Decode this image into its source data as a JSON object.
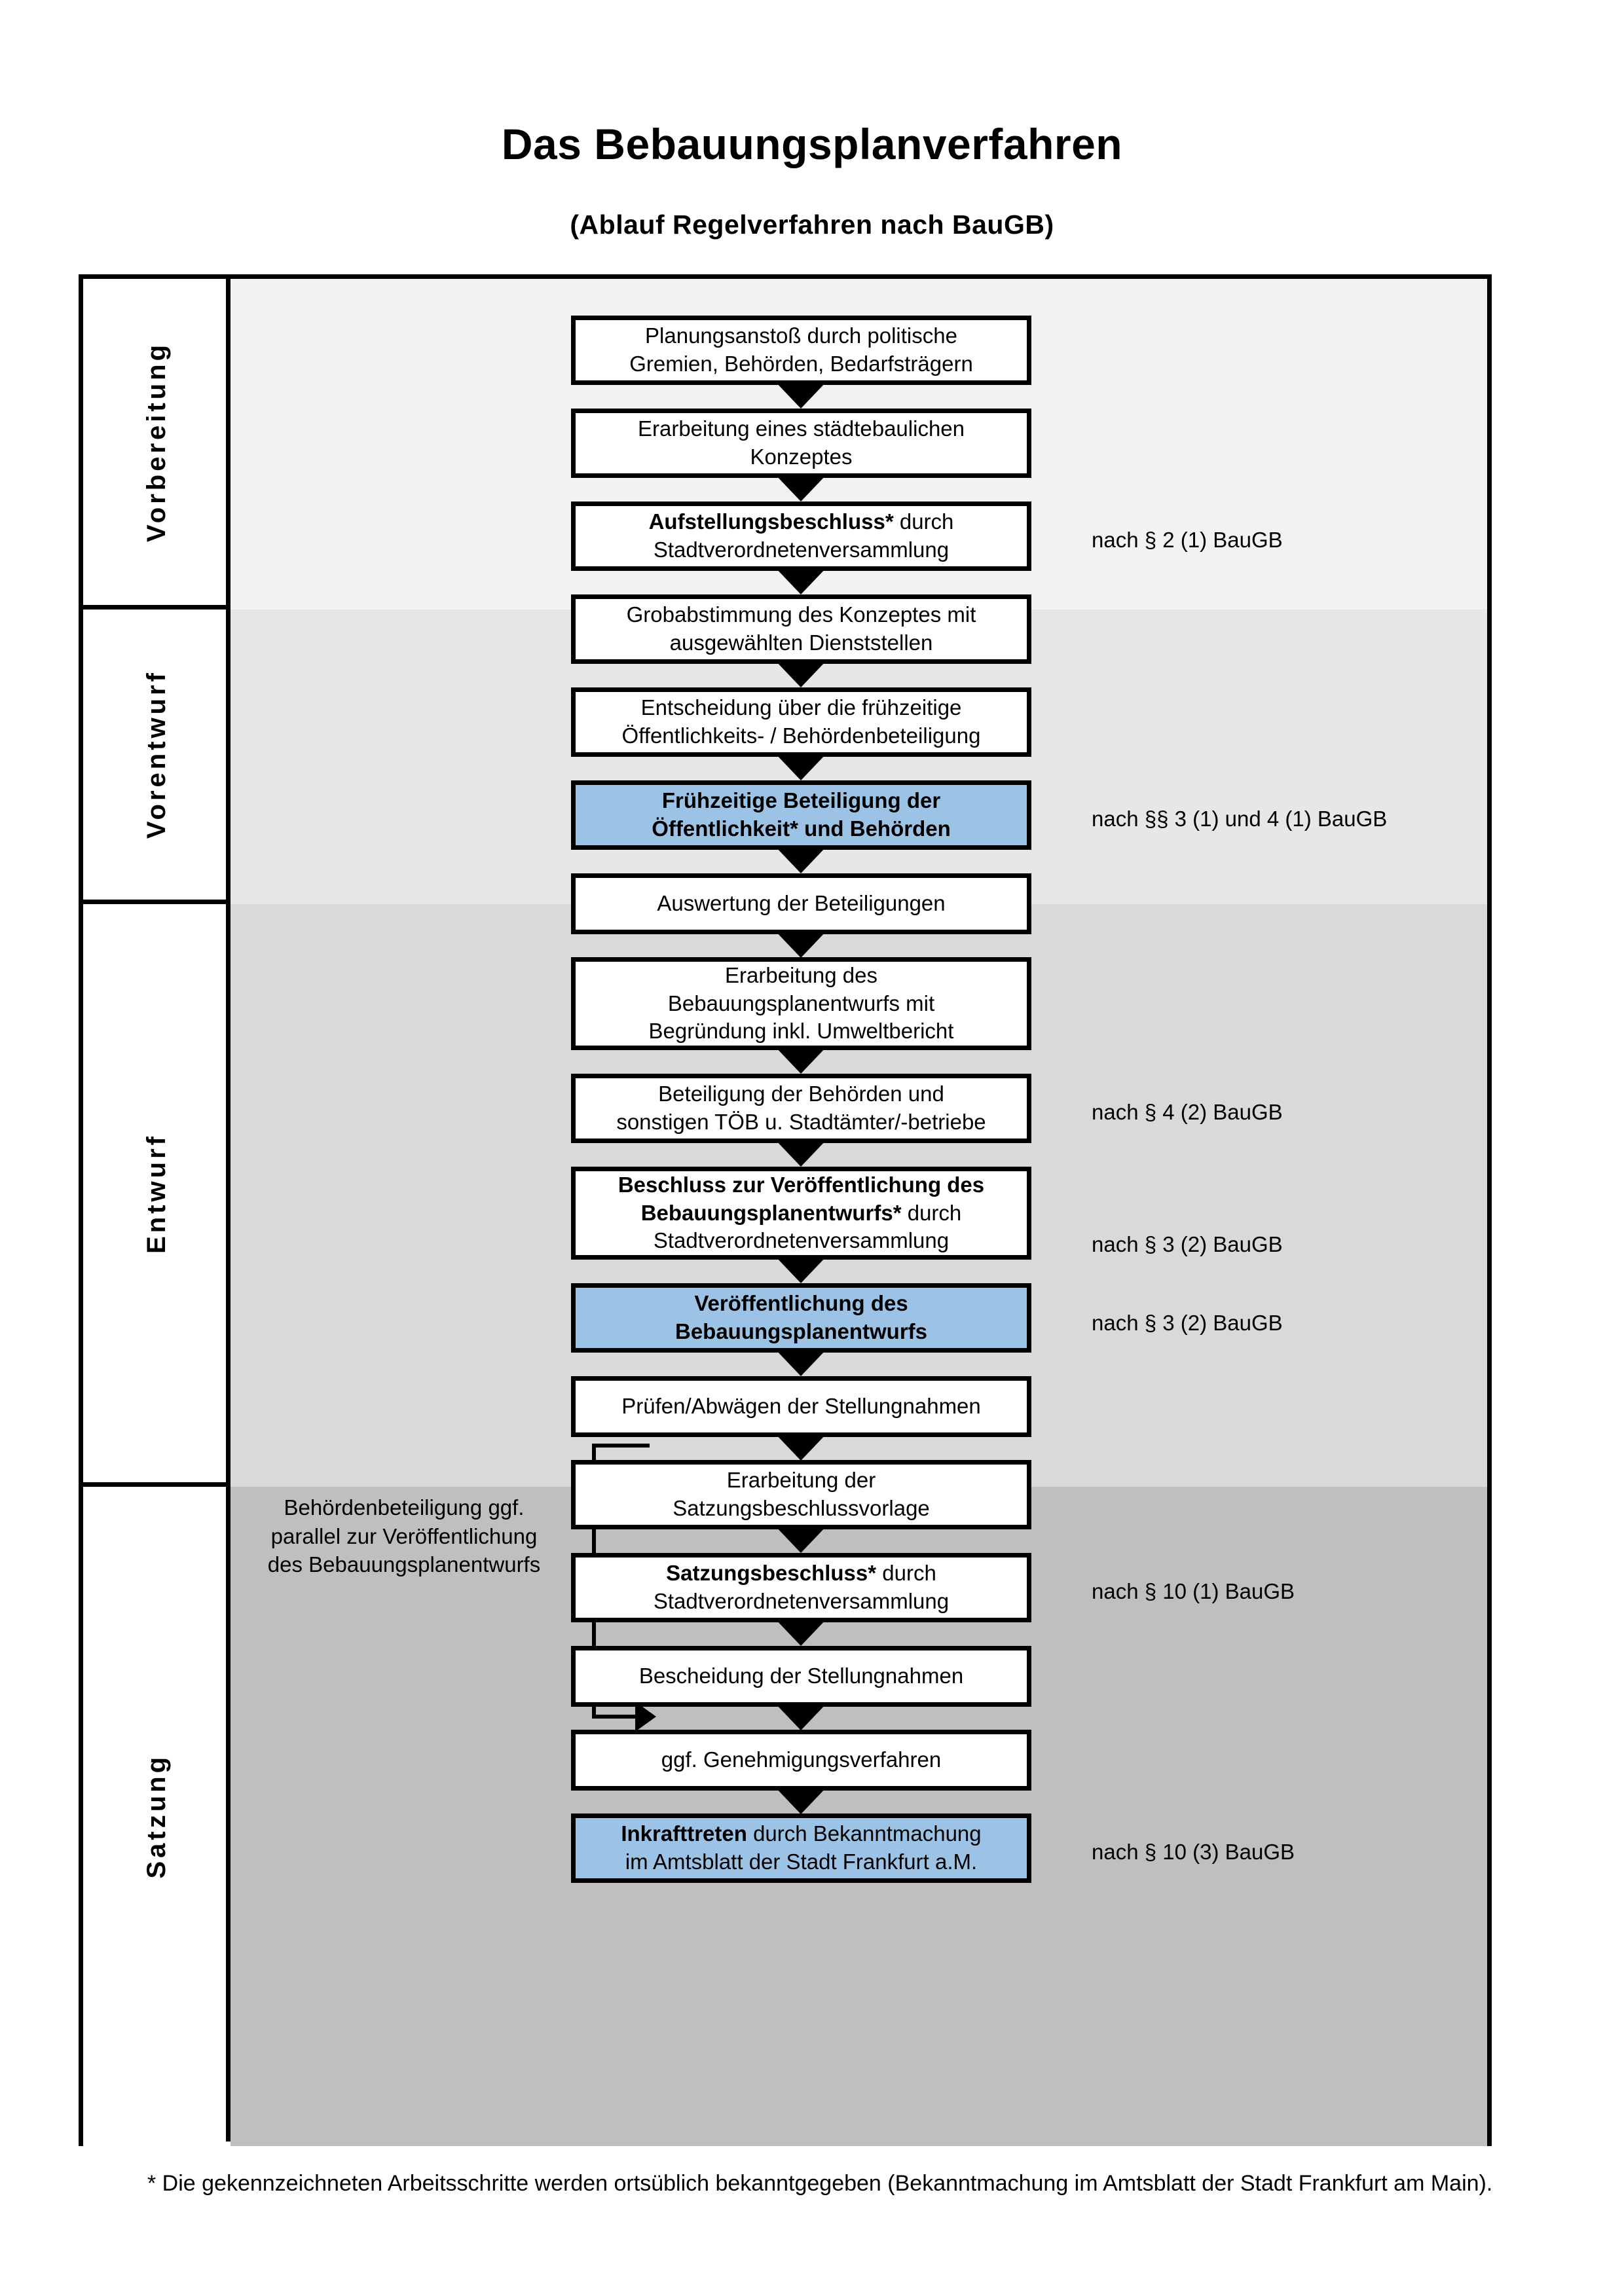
{
  "header": {
    "title": "Das Bebauungsplanverfahren",
    "subtitle": "(Ablauf Regelverfahren nach BauGB)"
  },
  "phases": [
    {
      "id": "vorbereitung",
      "label": "Vorbereitung",
      "background": "#F2F2F2"
    },
    {
      "id": "vorentwurf",
      "label": "Vorentwurf",
      "background": "#E7E7E7"
    },
    {
      "id": "entwurf",
      "label": "Entwurf",
      "background": "#D9D9D9"
    },
    {
      "id": "satzung",
      "label": "Satzung",
      "background": "#BFBFBF"
    }
  ],
  "steps": [
    {
      "id": "planungsanstoss",
      "line1": "Planungsanstoß durch politische",
      "line2": "Gremien, Behörden, Bedarfsträgern",
      "highlight": false,
      "bold": ""
    },
    {
      "id": "staedtebauliches-konzept",
      "line1": "Erarbeitung eines städtebaulichen",
      "line2": "Konzeptes",
      "highlight": false,
      "bold": ""
    },
    {
      "id": "aufstellungsbeschluss",
      "line1_bold": "Aufstellungsbeschluss*",
      "line1_rest": " durch",
      "line2": "Stadtverordnetenversammlung",
      "highlight": false
    },
    {
      "id": "grobabstimmung",
      "line1": "Grobabstimmung des Konzeptes mit",
      "line2": "ausgewählten Dienststellen",
      "highlight": false
    },
    {
      "id": "entscheidung-fruehzeitige",
      "line1": "Entscheidung über die frühzeitige",
      "line2": "Öffentlichkeits- / Behördenbeteiligung",
      "highlight": false
    },
    {
      "id": "fruehzeitige-beteiligung",
      "line1_bold": "Frühzeitige Beteiligung der",
      "line2_bold": "Öffentlichkeit* und Behörden",
      "highlight": true
    },
    {
      "id": "auswertung-beteiligungen",
      "line1": "Auswertung der Beteiligungen",
      "highlight": false
    },
    {
      "id": "erarbeitung-bplan-entwurf",
      "line1": "Erarbeitung des",
      "line2": "Bebauungsplanentwurfs mit",
      "line3": "Begründung inkl. Umweltbericht",
      "highlight": false
    },
    {
      "id": "beteiligung-behoerden-toeb",
      "line1": "Beteiligung der Behörden und",
      "line2": "sonstigen TÖB u. Stadtämter/-betriebe",
      "highlight": false
    },
    {
      "id": "beschluss-veroeffentlichung",
      "line1_bold": "Beschluss zur Veröffentlichung des",
      "line2_bold": "Bebauungsplanentwurfs*",
      "line2_rest": " durch",
      "line3": "Stadtverordnetenversammlung",
      "highlight": false
    },
    {
      "id": "veroeffentlichung-bplan-entwurf",
      "line1_bold": "Veröffentlichung des",
      "line2_bold": "Bebauungsplanentwurfs",
      "highlight": true
    },
    {
      "id": "pruefen-abwaegen",
      "line1": "Prüfen/Abwägen der Stellungnahmen",
      "highlight": false
    },
    {
      "id": "erarbeitung-satzungsvorlage",
      "line1": "Erarbeitung der",
      "line2": "Satzungsbeschlussvorlage",
      "highlight": false
    },
    {
      "id": "satzungsbeschluss",
      "line1_bold": "Satzungsbeschluss*",
      "line1_rest": " durch",
      "line2": "Stadtverordnetenversammlung",
      "highlight": false
    },
    {
      "id": "bescheidung-stellungnahmen",
      "line1": "Bescheidung der Stellungnahmen",
      "highlight": false
    },
    {
      "id": "genehmigungsverfahren",
      "line1": "ggf. Genehmigungsverfahren",
      "highlight": false
    },
    {
      "id": "inkrafttreten",
      "line1_bold": "Inkrafttreten",
      "line1_rest": " durch Bekanntmachung",
      "line2": "im Amtsblatt der Stadt Frankfurt a.M.",
      "highlight": true
    }
  ],
  "legal_notes": [
    {
      "id": "legal-par2",
      "text": "nach § 2 (1) BauGB"
    },
    {
      "id": "legal-par3-4",
      "text": "nach §§ 3 (1) und 4 (1) BauGB"
    },
    {
      "id": "legal-par4-2",
      "text": "nach § 4 (2) BauGB"
    },
    {
      "id": "legal-par3-2-a",
      "text": "nach § 3 (2) BauGB"
    },
    {
      "id": "legal-par3-2-b",
      "text": "nach § 3 (2) BauGB"
    },
    {
      "id": "legal-par10-1",
      "text": "nach § 10 (1) BauGB"
    },
    {
      "id": "legal-par10-3",
      "text": "nach § 10 (3) BauGB"
    }
  ],
  "side_note": {
    "line1": "Behördenbeteiligung",
    "line2": "ggf. parallel zur",
    "line3": "Veröffentlichung des",
    "line4": "Bebauungsplanentwurfs"
  },
  "footnote": {
    "text": "* Die gekennzeichneten Arbeitsschritte werden ortsüblich bekanntgegeben (Bekanntmachung im Amtsblatt  der Stadt Frankfurt am Main)."
  },
  "colors": {
    "highlight_box": "#9CC3E5",
    "border": "#000000",
    "page_background": "#FFFFFF"
  }
}
